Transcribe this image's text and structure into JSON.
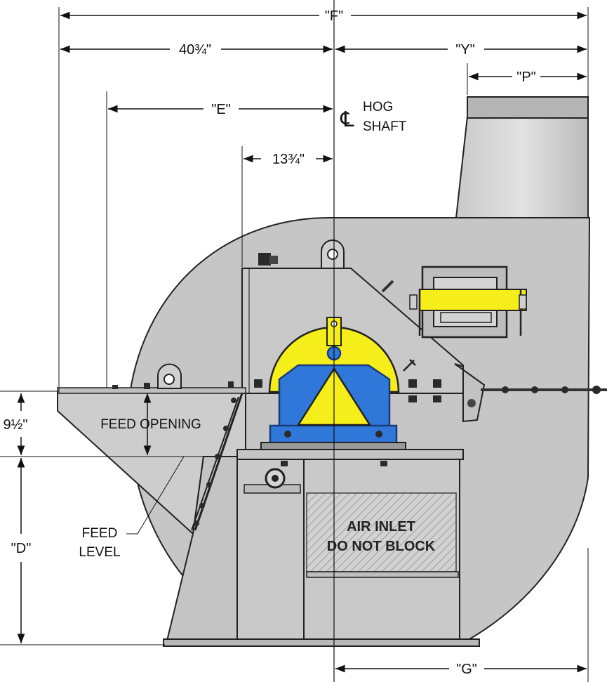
{
  "dimensions": {
    "F": "\"F\"",
    "left_width": "40¾\"",
    "Y": "\"Y\"",
    "P": "\"P\"",
    "E": "\"E\"",
    "bracket_offset": "13¾\"",
    "opening_height": "9½\"",
    "D": "\"D\"",
    "G": "\"G\""
  },
  "labels": {
    "centerline_symbol": "℄",
    "hog": "HOG",
    "shaft": "SHAFT",
    "feed_opening": "FEED OPENING",
    "feed": "FEED",
    "level": "LEVEL",
    "air_inlet_line1": "AIR INLET",
    "air_inlet_line2": "DO NOT BLOCK"
  },
  "colors": {
    "housing": "#c6c6c6",
    "bearing_blue": "#2f77d8",
    "guard_yellow": "#f5ee1a",
    "line": "#111111"
  }
}
